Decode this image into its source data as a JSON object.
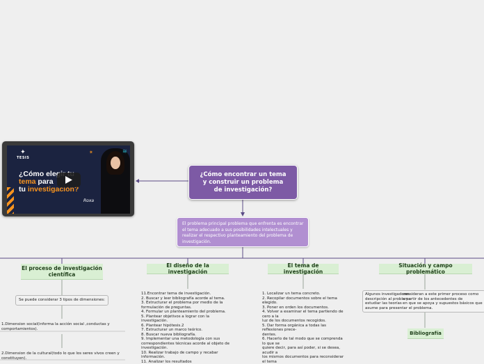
{
  "video": {
    "logo_text": "TESIS",
    "line1": "¿Cómo elegir tu",
    "line2a": "tema",
    "line2b": " para",
    "line3a": "tu ",
    "line3b": "investigación?",
    "signature": "Roxa"
  },
  "central": {
    "title": "¿Cómo encontrar un tema\ny construir un problema\nde investigación?",
    "description": "El problema principal problema  que enfrenta es encontrar el tema adecuado a sus posibilidades intelectuales y realizar el respectivo planteamiento del problema de investigación."
  },
  "branches": {
    "proceso": {
      "title": "El proceso de investigación científica",
      "subnode": "Se puede considerar 3 tipos de dimensiones:",
      "dim1": "1.Dimension social(informa la acción social ,conductas y comportamientos).",
      "dim2": "2.Dimension de la cultural(todo lo que los seres vivos creen y constituyen)."
    },
    "diseno": {
      "title": "El diseño de la investigación",
      "steps": "11.Encontrar tema de investigación.\n2. Buscar y leer bibliografía acorde al tema.\n3. Estructurar el problema por medio de la\nformulación de preguntas.\n4. Formular un planteamiento del problema.\n5. Plantear objetivos a lograr con la\ninvestigación.\n6. Plantear hipótesis.2\n7. Estructurar un marco teórico.\n8. Buscar nueva bibliografía.\n9. Implementar una metodología con sus\ncorrespondientes técnicas acorde al objeto de\ninvestigación.\n10. Realizar trabajo de campo y recabar\ninformación.\n11. Analizar los resultados"
    },
    "tema": {
      "title": "El tema de investigación",
      "steps": "1. Localizar un tema concreto.\n2. Recopilar documentos sobre el tema\nelegido.\n3. Poner en orden los documentos.\n4. Volver a examinar el tema partiendo de\ncero a la\nluz de los documentos recogidos.\n5. Dar forma orgánica a todas las\nreflexiones prece-\ndentes.\n6. Hacerlo de tal modo que se comprenda\nlo que se\nquiere decir, para así poder, si se desea,\nacudir a\nlos mismos documentos para reconsiderar\nel tema"
    },
    "situacion": {
      "title": "Situación y campo problemático",
      "left_text": "Algunos investigadores\ndescripción al problema\nestudiar las teorías\nasume para presentar el problema.",
      "right_text": "consideran a este primer proceso como\na partir de los antecedentes de\nen que se apoya y supuestos básicos que\n",
      "bibliography": "Bibliografía"
    }
  },
  "colors": {
    "background": "#efefef",
    "central": "#7d5aa5",
    "description": "#b18fd1",
    "branch": "#d9efd3",
    "connector": "#5b4b86"
  },
  "icons": [
    "play-icon",
    "tesis-logo-icon"
  ]
}
